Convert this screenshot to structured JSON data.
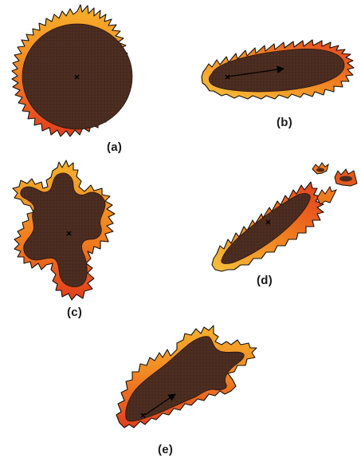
{
  "panels": [
    {
      "id": "a",
      "label": "(a)",
      "shape": "circular burn area",
      "arrow": false
    },
    {
      "id": "b",
      "label": "(b)",
      "shape": "elongated elliptical burn area",
      "arrow": true
    },
    {
      "id": "c",
      "label": "(c)",
      "shape": "irregular multi-lobed burn area",
      "arrow": false
    },
    {
      "id": "d",
      "label": "(d)",
      "shape": "elongated burn area with spot fires ahead",
      "arrow": true
    },
    {
      "id": "e",
      "label": "(e)",
      "shape": "irregular burn area with finger-like fronts",
      "arrow": true
    }
  ],
  "colors": {
    "burned_area": "#4a2b1f",
    "flame_yellow": "#f6b02a",
    "flame_orange": "#f07a1e",
    "flame_red": "#e23d1d",
    "flame_outline": "#111111",
    "arrow": "#000000"
  },
  "icons": [
    "flame-front",
    "ignition-point",
    "spread-direction-arrow"
  ]
}
